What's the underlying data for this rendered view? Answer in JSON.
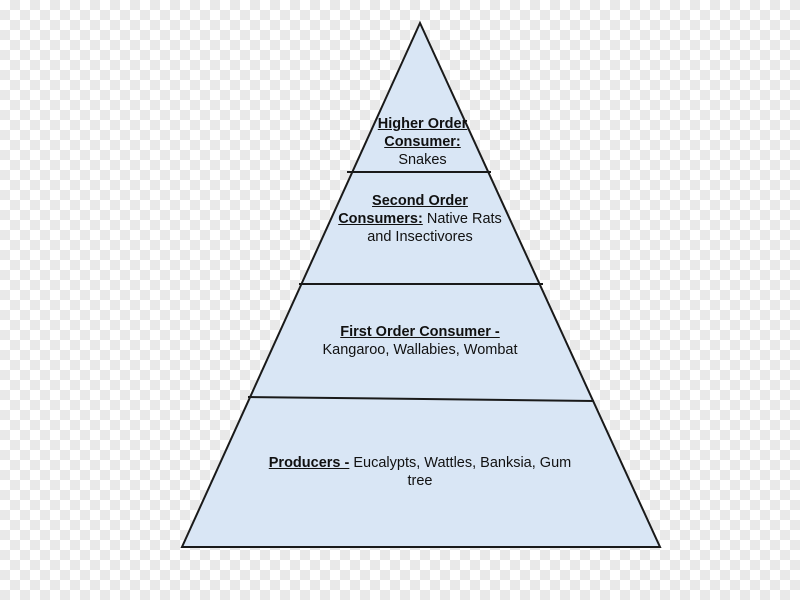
{
  "diagram": {
    "fill_color": "#d9e6f5",
    "stroke_color": "#1a1a1a",
    "tiers": [
      {
        "title": "Higher Order Consumer:",
        "text": "Snakes"
      },
      {
        "title": "Second Order Consumers:",
        "text": "Native Rats and Insectivores"
      },
      {
        "title": "First Order Consumer -",
        "text": "Kangaroo, Wallabies, Wombat"
      },
      {
        "title": "Producers -",
        "text": "Eucalypts, Wattles, Banksia, Gum tree"
      }
    ]
  }
}
